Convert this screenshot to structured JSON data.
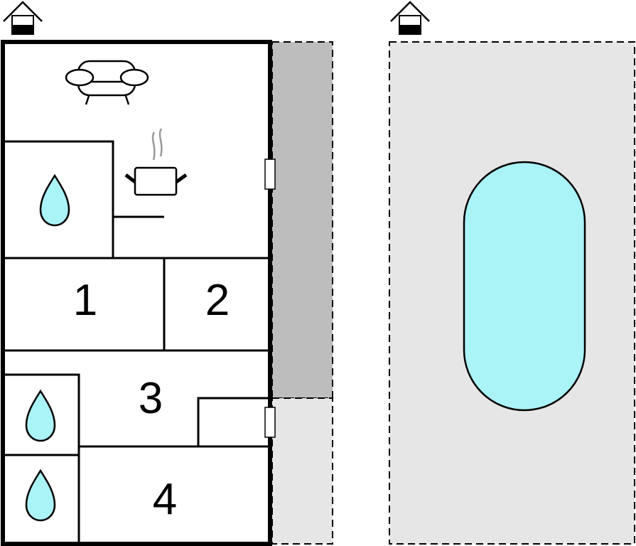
{
  "rooms": [
    {
      "label": "1"
    },
    {
      "label": "2"
    },
    {
      "label": "3"
    },
    {
      "label": "4"
    }
  ],
  "icons": [
    "house-icon",
    "sofa-icon",
    "cooking-pot-icon",
    "water-drop-icon",
    "pool-icon"
  ],
  "colors": {
    "water": "#aaf3f7",
    "terrace": "#bdbdbd",
    "garden": "#e6e6e6",
    "wall": "#000000"
  }
}
